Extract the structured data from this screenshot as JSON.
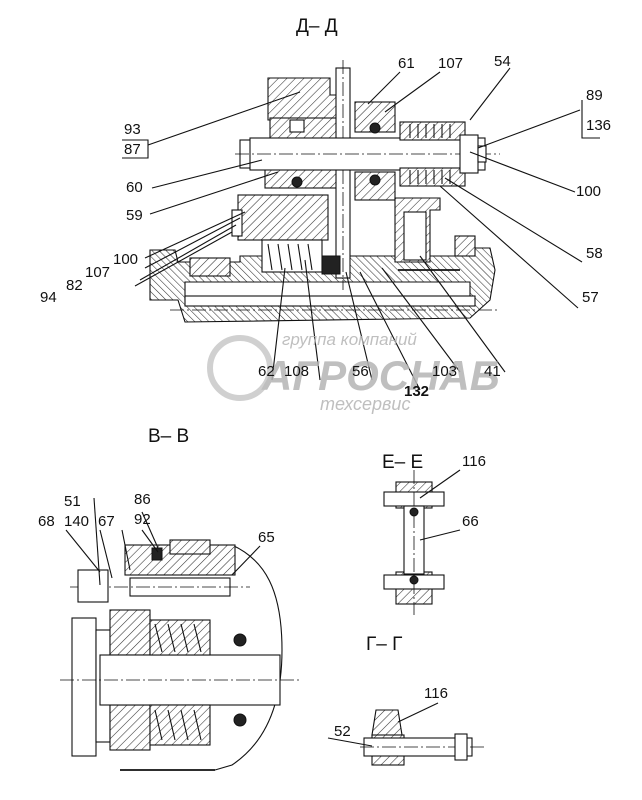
{
  "sections": {
    "dd": "Д– Д",
    "vv": "В– В",
    "ee": "Е– Е",
    "gg": "Г– Г"
  },
  "watermark": {
    "line1": "группа компаний",
    "line2": "АГРОСНАБ",
    "line3": "техсервис"
  },
  "labels": {
    "dd": [
      "93",
      "87",
      "60",
      "59",
      "100",
      "107",
      "82",
      "94",
      "61",
      "107",
      "54",
      "89",
      "136",
      "100",
      "58",
      "57",
      "41",
      "103",
      "132",
      "56",
      "108",
      "62"
    ],
    "vv": [
      "51",
      "68",
      "140",
      "67",
      "86",
      "92",
      "65"
    ],
    "ee": [
      "116",
      "66"
    ],
    "gg": [
      "116",
      "52"
    ]
  }
}
